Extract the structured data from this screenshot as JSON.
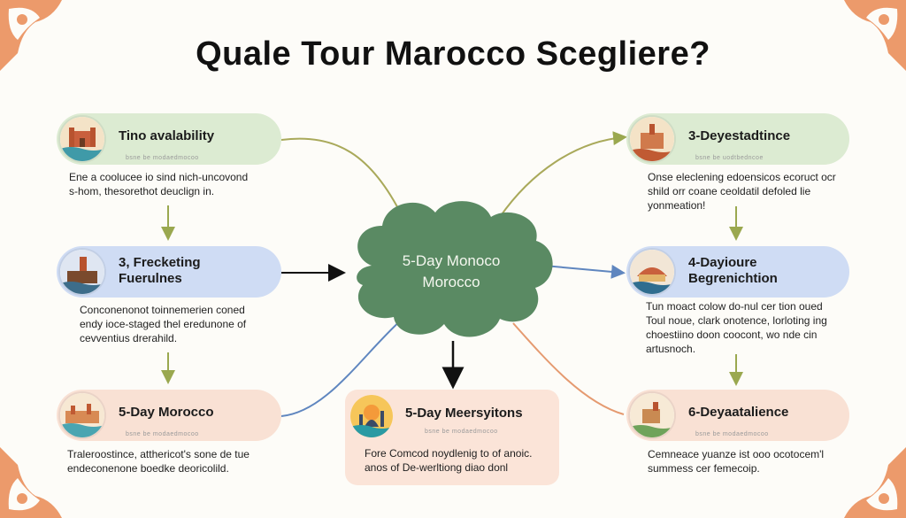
{
  "title": "Quale Tour Marocco Scegliere?",
  "center": {
    "line1": "5-Day Monoco",
    "line2": "Morocco"
  },
  "left": [
    {
      "label": "Tino avalability",
      "sub": "bsne be modaedmocoo",
      "desc": [
        "Ene a coolucee io sind nich-uncovond",
        "s-hom, thesorethot deuclign in."
      ]
    },
    {
      "label1": "3, Frecketing",
      "label2": "Fuerulnes",
      "desc": [
        "Conconenonot toinnemerien coned",
        "endy ioce-staged thel eredunone of",
        "cevventius drerahild."
      ]
    },
    {
      "label": "5-Day Morocco",
      "sub": "bsne be modaedmocoo",
      "desc": [
        "Traleroostince, atthericot's sone de tue",
        "endeconenone boedke deoricolild."
      ]
    }
  ],
  "right": [
    {
      "label": "3-Deyestadtince",
      "sub": "bsne be uodtbedncoe",
      "desc": [
        "Onse eleclening edoensicos ecoruct ocr",
        "shild orr coane ceoldatil defoled lie",
        "yonmeation!"
      ]
    },
    {
      "label1": "4-Dayioure",
      "label2": "Begrenichtion",
      "desc": [
        "Tun moact colow do-nul cer tion oued",
        "Toul noue, clark onotence, lorloting ing",
        "choestiino doon coocont, wo nde cin",
        "artusnoch."
      ]
    },
    {
      "label": "6-Deyaatalience",
      "sub": "bsne be modaedmocoo",
      "desc": [
        "Cemneace yuanze ist ooo ocotocem'l",
        "summess cer femecoip."
      ]
    }
  ],
  "bottom": {
    "label": "5-Day Meersyitons",
    "sub": "bsne be modaedmocoo",
    "desc": [
      "Fore Comcod noydlenig to of anoic.",
      "anos of De-werltiong diao donl"
    ]
  }
}
